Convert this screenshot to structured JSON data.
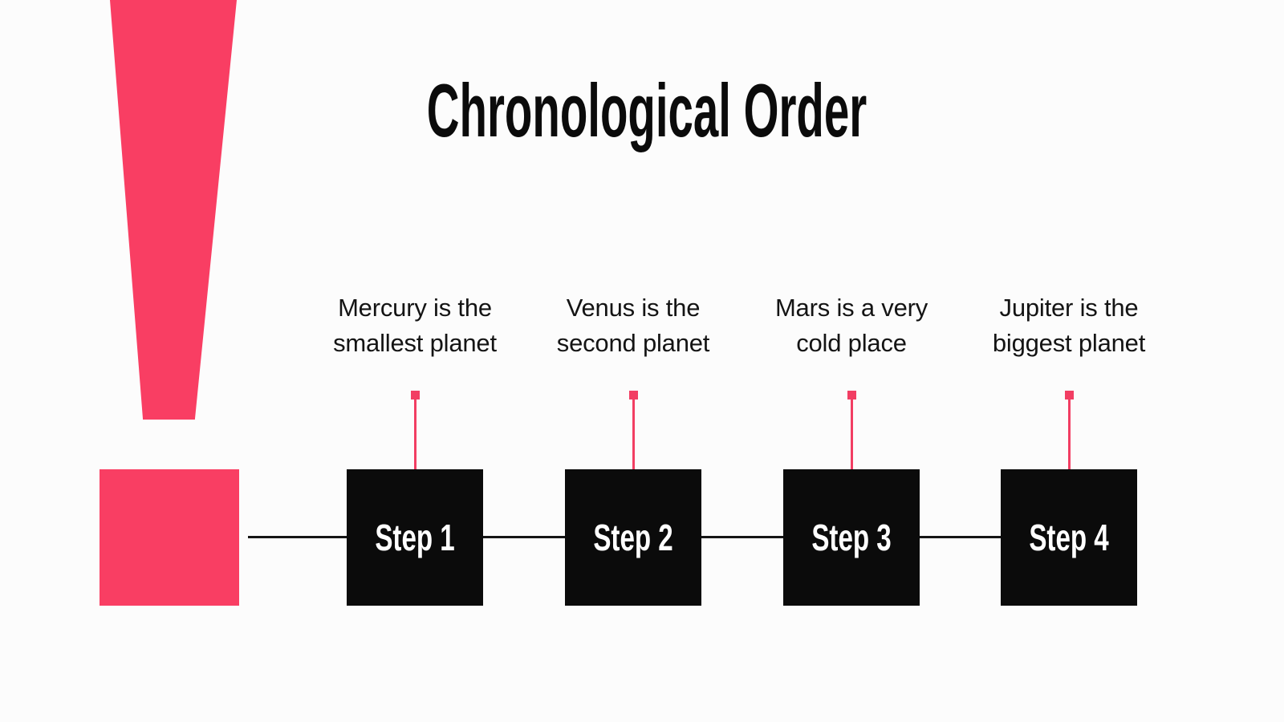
{
  "slide": {
    "title": "Chronological Order",
    "colors": {
      "background": "#fcfcfc",
      "accent_pink": "#f93e63",
      "connector_pink": "#f23e63",
      "box_black": "#0b0b0b",
      "line_black": "#151515",
      "step_label_color": "#ffffff",
      "text_color": "#141414"
    },
    "decoration": {
      "icon": "exclamation-mark-icon"
    },
    "steps": [
      {
        "label": "Step 1",
        "description": "Mercury is the smallest planet",
        "description_line1": "Mercury is the",
        "description_line2": "smallest planet"
      },
      {
        "label": "Step 2",
        "description": "Venus is the second planet",
        "description_line1": "Venus is the",
        "description_line2": "second planet"
      },
      {
        "label": "Step 3",
        "description": "Mars is a very cold place",
        "description_line1": "Mars is a very",
        "description_line2": "cold place"
      },
      {
        "label": "Step 4",
        "description": "Jupiter is the biggest planet",
        "description_line1": "Jupiter is the",
        "description_line2": "biggest planet"
      }
    ]
  }
}
